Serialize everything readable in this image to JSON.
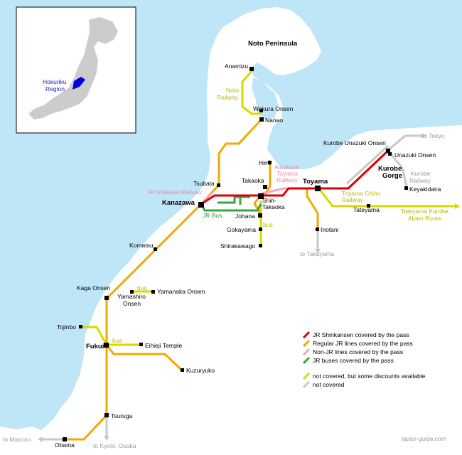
{
  "title": "Noto Peninsula",
  "inset": {
    "label_line1": "Hokuriku",
    "label_line2": "Region"
  },
  "credit": "japan-guide.com",
  "colors": {
    "sea": "#bfe6f7",
    "land": "#ffffff",
    "shinkansen": "#e00000",
    "jr_regular": "#f2a900",
    "non_jr": "#f2a5be",
    "jr_bus": "#3aa547",
    "discount": "#d8d800",
    "not_covered": "#c8c8c8"
  },
  "legend": [
    {
      "key": "shinkansen",
      "text": "JR Shinkansen covered by the pass"
    },
    {
      "key": "jr_regular",
      "text": "Regular JR lines covered by the pass"
    },
    {
      "key": "non_jr",
      "text": "Non-JR lines covered by the pass"
    },
    {
      "key": "jr_bus",
      "text": "JR buses covered by the pass"
    },
    {
      "key": "discount",
      "text": "not covered, but some discounts available"
    },
    {
      "key": "not_covered",
      "text": "not covered"
    }
  ],
  "stations": {
    "anamizu": "Anamizu",
    "wakura": "Wakura Onsen",
    "nanao": "Nanao",
    "tsubata": "Tsubata",
    "kanazawa": "Kanazawa",
    "himi": "Himi",
    "takaoka": "Takaoka",
    "shin_takaoka_1": "Shin-",
    "shin_takaoka_2": "Takaoka",
    "toyama": "Toyama",
    "johana": "Johana",
    "gokayama": "Gokayama",
    "shirakawago": "Shirakawago",
    "inotani": "Inotani",
    "kurobe_unazuki": "Kurobe Unazuki Onsen",
    "unazuki": "Unazuki Onsen",
    "kurobe_gorge_1": "Kurobe",
    "kurobe_gorge_2": "Gorge",
    "keyakidaira": "Keyakidaira",
    "tateyama": "Tateyama",
    "komatsu": "Komatsu",
    "kaga": "Kaga Onsen",
    "yamashiro_1": "Yamashiro",
    "yamashiro_2": "Onsen",
    "yamanaka": "Yamanaka Onsen",
    "tojinbo": "Tojinbo",
    "fukui": "Fukui",
    "eiheiji": "Eihieji Temple",
    "kuzuryuko": "Kuzuryuko",
    "tsuruga": "Tsuruga",
    "obama": "Obama"
  },
  "line_labels": {
    "noto_railway_1": "Noto",
    "noto_railway_2": "Railway",
    "ainokaze_1": "Ainokaze",
    "ainokaze_2": "Toyama",
    "ainokaze_3": "Railway",
    "ir_ishikawa": "IR Ishikawa Railway",
    "jr_bus": "JR Bus",
    "bus": "bus",
    "toyama_chiho_1": "Toyama Chiho",
    "toyama_chiho_2": "Railway",
    "kurobe_railway_1": "Kurobe",
    "kurobe_railway_2": "Railway",
    "tateyama_kurobe_1": "Tateyama Kurobe",
    "tateyama_kurobe_2": "Alpen Route",
    "to_tokyo": "to Tokyo",
    "to_takayama": "to Takayama",
    "to_maizuru": "to Maizuru",
    "to_kyoto": "to Kyoto, Osaka"
  }
}
